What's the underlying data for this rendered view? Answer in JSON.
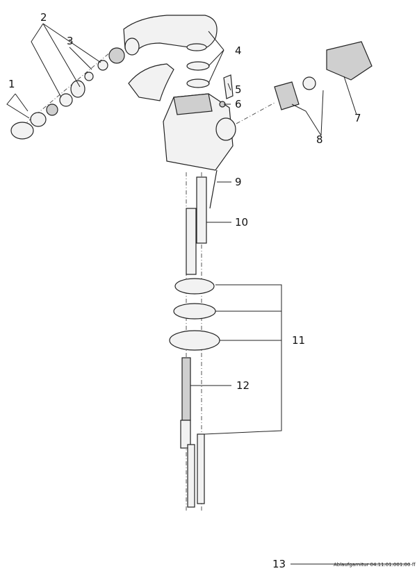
{
  "diagram": {
    "callouts": [
      "1",
      "2",
      "3",
      "4",
      "5",
      "6",
      "7",
      "8",
      "9",
      "10",
      "11",
      "12",
      "13"
    ],
    "footnote": "Ablaufgarnitur 04.11.01.001.00-ff"
  }
}
